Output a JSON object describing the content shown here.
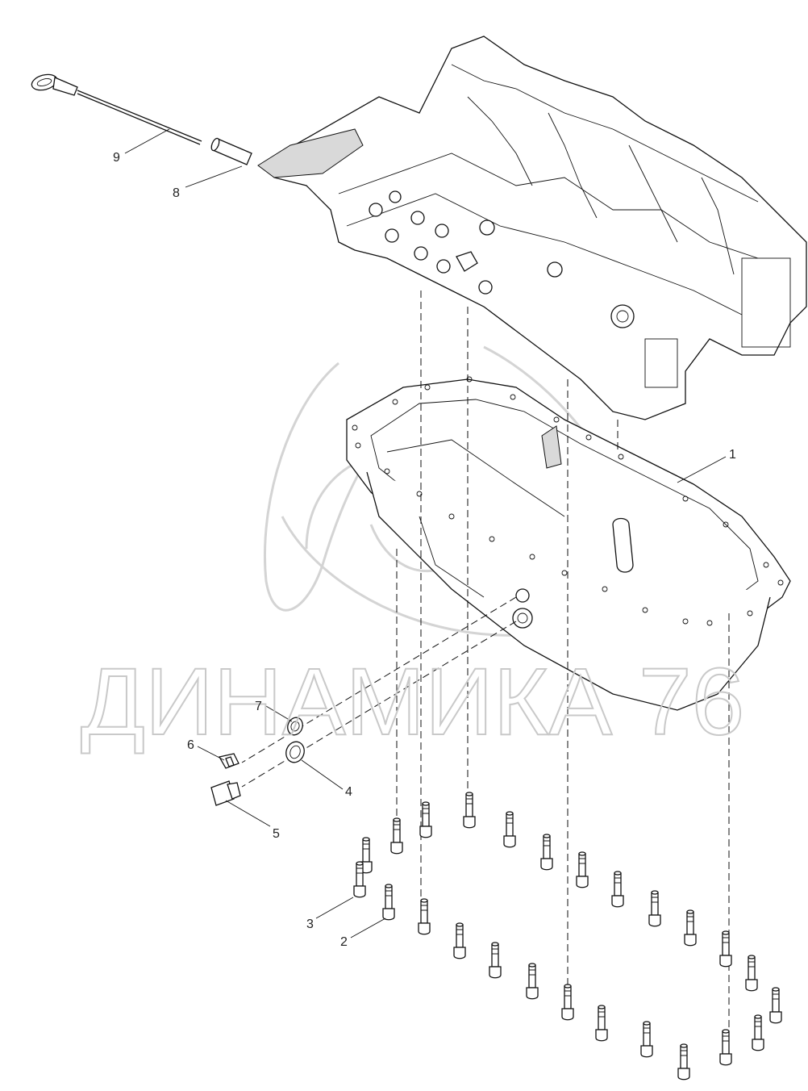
{
  "watermark": {
    "text": "ДИНАМИКА 76"
  },
  "callouts": [
    {
      "id": "c1",
      "label": "1"
    },
    {
      "id": "c2",
      "label": "2"
    },
    {
      "id": "c3",
      "label": "3"
    },
    {
      "id": "c4",
      "label": "4"
    },
    {
      "id": "c5",
      "label": "5"
    },
    {
      "id": "c6",
      "label": "6"
    },
    {
      "id": "c7",
      "label": "7"
    },
    {
      "id": "c8",
      "label": "8"
    },
    {
      "id": "c9",
      "label": "9"
    }
  ],
  "colors": {
    "line": "#111111",
    "watermark": "#c9c9c9",
    "background": "#ffffff"
  }
}
